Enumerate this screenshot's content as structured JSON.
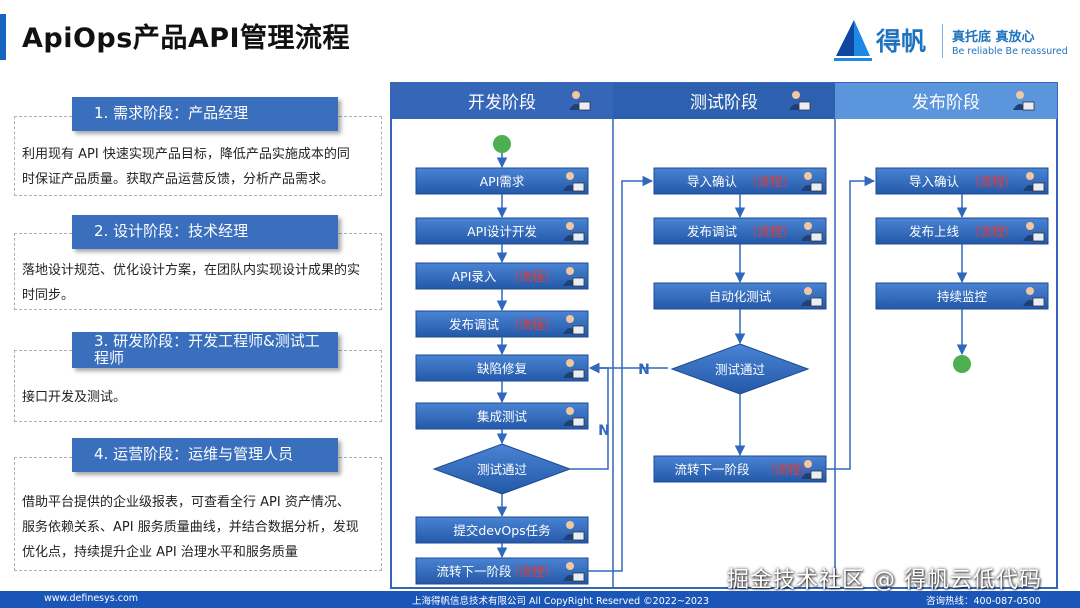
{
  "page_title": "ApiOps产品API管理流程",
  "logo": {
    "brand": "得帆",
    "slogan_line1": "真托底 真放心",
    "slogan_line2": "Be reliable Be reassured"
  },
  "stages": [
    {
      "header": "1. 需求阶段：产品经理",
      "text": [
        "利用现有 API 快速实现产品目标，降低产品实施成本的同",
        "时保证产品质量。获取产品运营反馈，分析产品需求。"
      ]
    },
    {
      "header": "2. 设计阶段：技术经理",
      "text": [
        "落地设计规范、优化设计方案，在团队内实现设计成果的实",
        "时同步。"
      ]
    },
    {
      "header_line1": "3. 研发阶段：开发工程师&测试工",
      "header_line2": "程师",
      "text": [
        "接口开发及测试。"
      ]
    },
    {
      "header": "4. 运营阶段：运维与管理人员",
      "text": [
        "借助平台提供的企业级报表，可查看全行 API 资产情况、",
        "服务依赖关系、API 服务质量曲线，并结合数据分析，发现",
        "优化点，持续提升企业 API 治理水平和服务质量"
      ]
    }
  ],
  "diagram": {
    "lanes": [
      "开发阶段",
      "测试阶段",
      "发布阶段"
    ],
    "flow_tag": "（流程）",
    "dev_steps": [
      "API需求",
      "API设计开发",
      "API录入",
      "发布调试",
      "缺陷修复",
      "集成测试",
      "提交devOps任务",
      "流转下一阶段"
    ],
    "dev_decision": "测试通过",
    "test_steps": [
      "导入确认",
      "发布调试",
      "自动化测试",
      "流转下一阶段"
    ],
    "test_decision": "测试通过",
    "release_steps": [
      "导入确认",
      "发布上线",
      "持续监控"
    ],
    "no_label": "N"
  },
  "footer": {
    "website": "www.definesys.com",
    "copyright": "上海得帆信息技术有限公司 All CopyRight Reserved ©2022~2023",
    "hotline": "咨询热线：400-087-0500"
  },
  "watermark": "掘金技术社区 @ 得帆云低代码",
  "colors": {
    "header_blue": "#3a6fbd",
    "node_blue": "#2f68bd",
    "lane_dark": "#3566b7",
    "lane_light": "#5b96dc",
    "flow_red": "#e53935",
    "start_green": "#4caf50",
    "footer_blue": "#1a56b8"
  }
}
